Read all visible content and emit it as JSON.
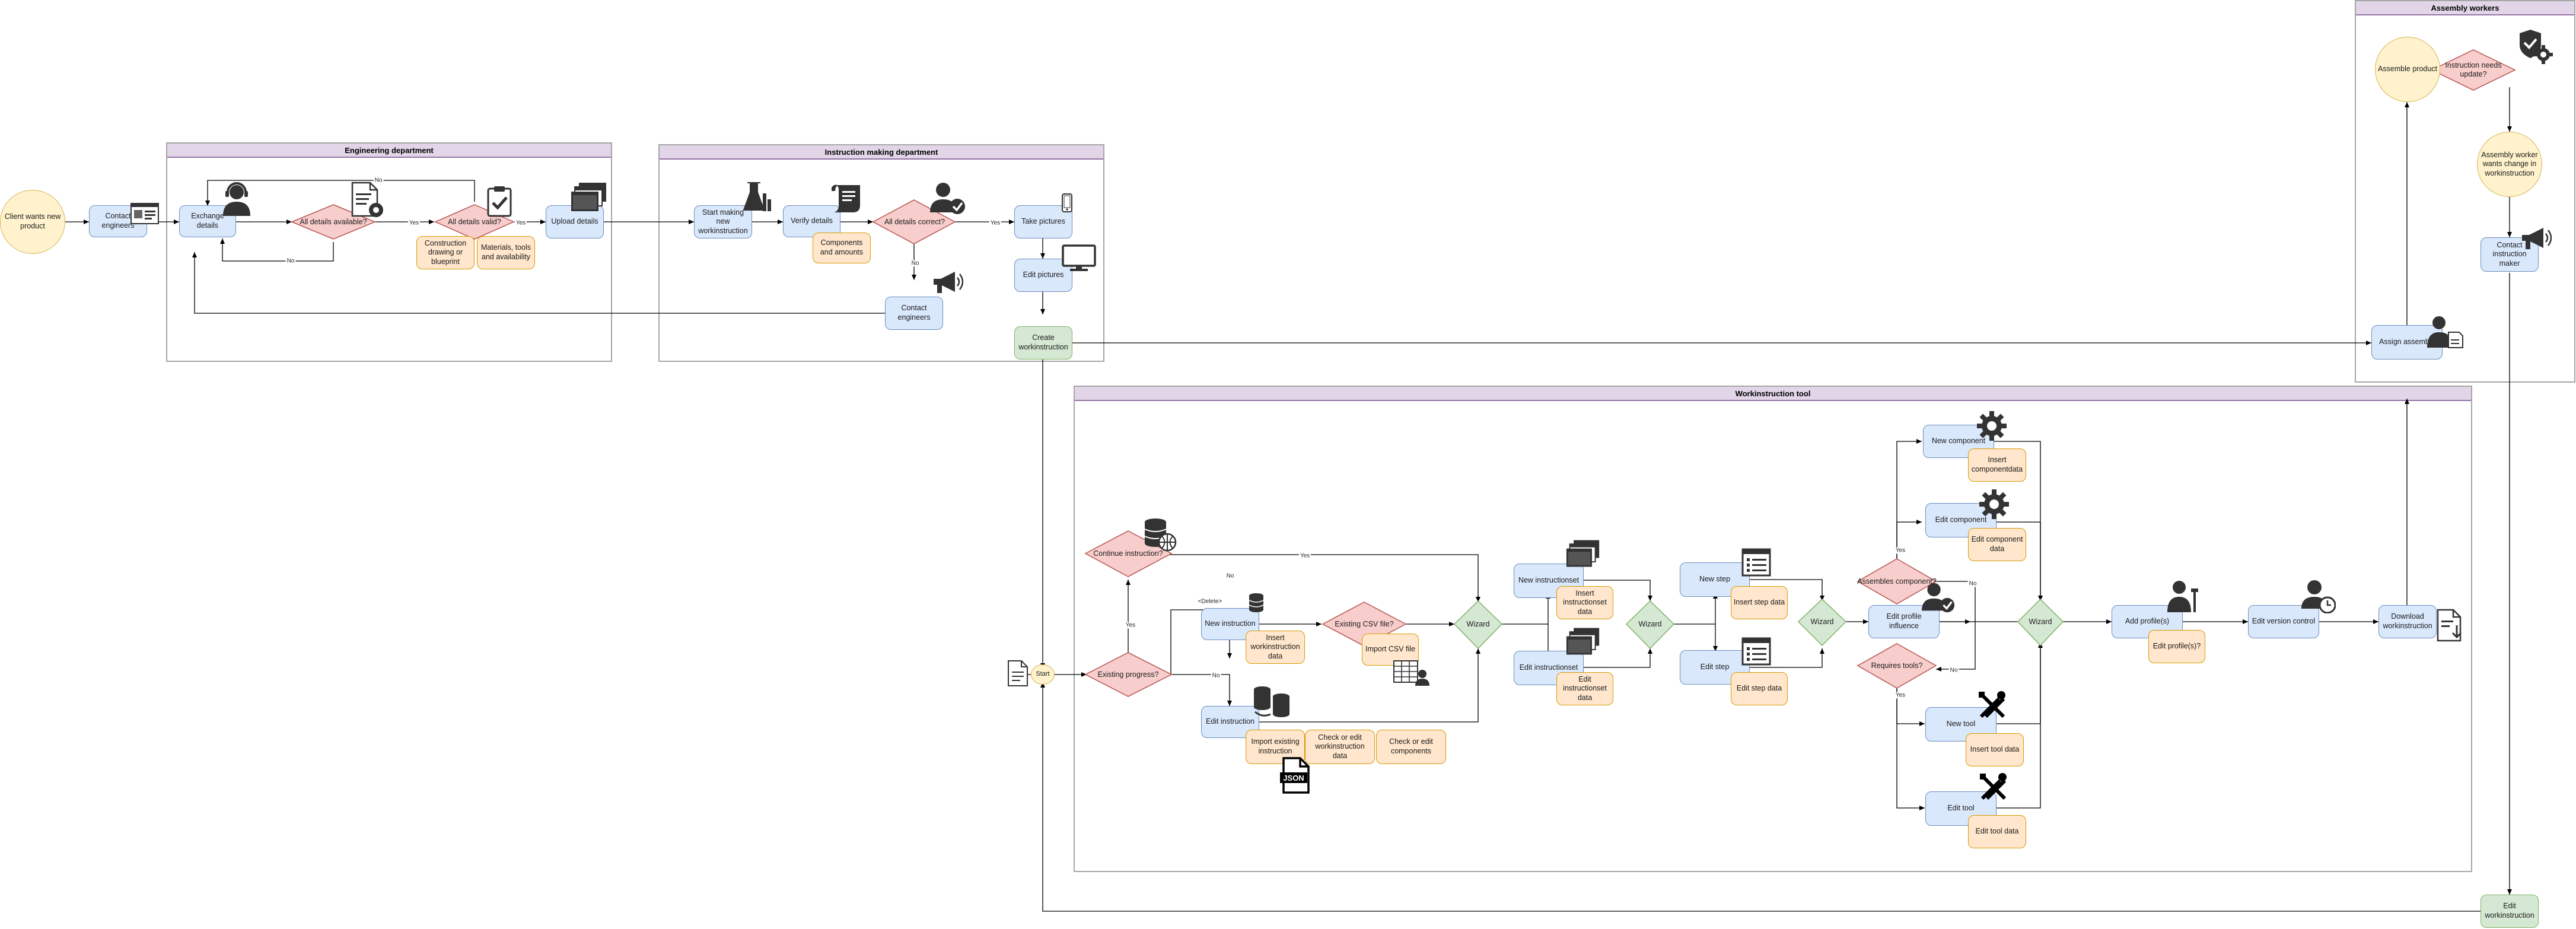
{
  "lanes": {
    "engineering": "Engineering department",
    "instruction": "Instruction making department",
    "tool": "Workinstruction tool",
    "assembly": "Assembly workers"
  },
  "nodes": {
    "client": "Client wants new product",
    "contact_engineers_1": "Contact engineers",
    "exchange_details": "Exchange details",
    "all_details_available": "All details available?",
    "construction_drawing": "Construction drawing or blueprint",
    "all_details_valid": "All details valid?",
    "materials_tools": "Materials, tools and availability",
    "upload_details": "Upload details",
    "start_making": "Start making new workinstruction",
    "verify_details": "Verify details",
    "components_amounts": "Components and amounts",
    "all_details_correct": "All details correct?",
    "take_pictures": "Take pictures",
    "contact_engineers_2": "Contact engineers",
    "edit_pictures": "Edit pictures",
    "create_wi": "Create workinstruction",
    "start": "Start",
    "existing_progress": "Existing progress?",
    "continue_instruction": "Continue instruction?",
    "new_instruction": "New instruction",
    "insert_wi_data": "Insert workinstruction data",
    "edit_instruction": "Edit instruction",
    "import_existing": "Import existing instruction",
    "check_edit_wi": "Check or edit workinstruction data",
    "check_edit_comp": "Check or edit components",
    "existing_csv": "Existing CSV file?",
    "import_csv": "Import CSV file",
    "wizard_1": "Wizard",
    "new_instructionset": "New instructionset",
    "insert_is_data": "Insert instructionset data",
    "edit_instructionset": "Edit instructionset",
    "edit_is_data": "Edit instructionset data",
    "wizard_2": "Wizard",
    "new_step": "New step",
    "insert_step_data": "Insert step data",
    "edit_step": "Edit step",
    "edit_step_data": "Edit step data",
    "wizard_3": "Wizard",
    "edit_profile_influence": "Edit profile influence",
    "assembles_component": "Assembles component?",
    "requires_tools": "Requires tools?",
    "new_component": "New component",
    "insert_component_data": "Insert componentdata",
    "edit_component": "Edit component",
    "edit_component_data": "Edit component data",
    "new_tool": "New tool",
    "insert_tool_data": "Insert tool data",
    "edit_tool": "Edit tool",
    "edit_tool_data": "Edit tool data",
    "wizard_4": "Wizard",
    "add_profiles": "Add profile(s)",
    "edit_profiles": "Edit profile(s)?",
    "edit_version_control": "Edit version control",
    "download_wi": "Download workinstruction",
    "assign_assembly": "Assign assembly",
    "assemble_product": "Assemble product",
    "instruction_needs_update": "Instruction needs update?",
    "assembly_worker_change": "Assembly worker wants change in workinstruction",
    "contact_instruction_maker": "Contact instruction maker",
    "edit_workinstruction_final": "Edit workinstruction"
  },
  "edge_labels": {
    "yes": "Yes",
    "no": "No",
    "delete": "<Delete>"
  },
  "icons": {
    "contact_card": "contact-card-icon",
    "support_agent": "support-agent-icon",
    "file_settings": "file-settings-icon",
    "clipboard_check": "clipboard-check-icon",
    "files_stack": "files-stack-icon",
    "flask": "flask-icon",
    "scroll": "scroll-icon",
    "user_check": "user-check-icon",
    "phone": "phone-icon",
    "megaphone": "megaphone-icon",
    "monitor": "monitor-icon",
    "document": "document-icon",
    "database": "database-icon",
    "database_globe": "database-globe-icon",
    "database_share": "database-share-icon",
    "json_file": "json-file-icon",
    "table_user": "table-user-icon",
    "list_window": "list-window-icon",
    "gear": "gear-icon",
    "tools": "tools-icon",
    "worker": "worker-icon",
    "user_clock": "user-clock-icon",
    "file_download": "file-download-icon",
    "badge_gear": "badge-gear-icon",
    "user_doc": "user-document-icon"
  },
  "colors": {
    "blue_fill": "#dae8fc",
    "blue_stroke": "#6c8ebf",
    "orange_fill": "#ffe6cc",
    "orange_stroke": "#d79b00",
    "green_fill": "#d5e8d4",
    "green_stroke": "#82b366",
    "red_fill": "#f8cecc",
    "red_stroke": "#b85450",
    "yellow_fill": "#fff2cc",
    "yellow_stroke": "#d6b656",
    "lane_head": "#e1d5e7"
  }
}
